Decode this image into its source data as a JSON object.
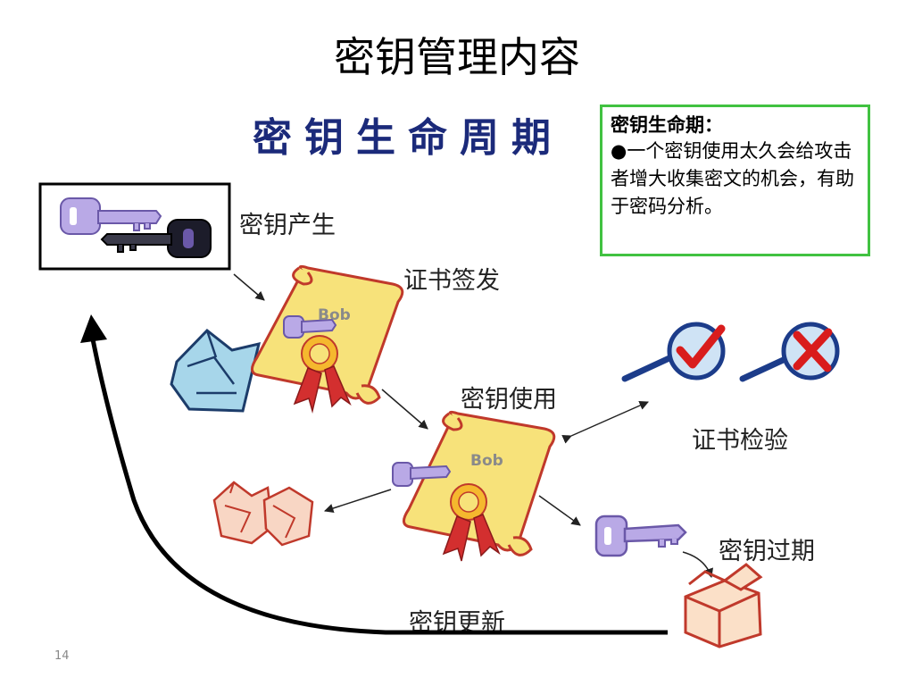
{
  "slide": {
    "title": "密钥管理内容",
    "page_number": "14"
  },
  "diagram": {
    "title": "密钥生命周期",
    "stages": {
      "generate": "密钥产生",
      "issue": "证书签发",
      "use": "密钥使用",
      "verify": "证书检验",
      "expire": "密钥过期",
      "renew": "密钥更新"
    },
    "certificate_owner": "Bob"
  },
  "note": {
    "title": "密钥生命期：",
    "text": "●一个密钥使用太久会给攻击者增大收集密文的机会，有助于密码分析。"
  },
  "colors": {
    "title_blue": "#1b2a7a",
    "note_border": "#41c241",
    "key_purple": "#a89ad8",
    "scroll_yellow": "#f7e27a",
    "check_red": "#d91c1c"
  },
  "icons": [
    "key-pair-icon",
    "certificate-scroll-icon",
    "broken-key-icon",
    "magnifier-check-icon",
    "magnifier-cross-icon",
    "expired-key-icon",
    "open-box-icon",
    "crumpled-paper-icon",
    "folded-cloth-icon"
  ]
}
